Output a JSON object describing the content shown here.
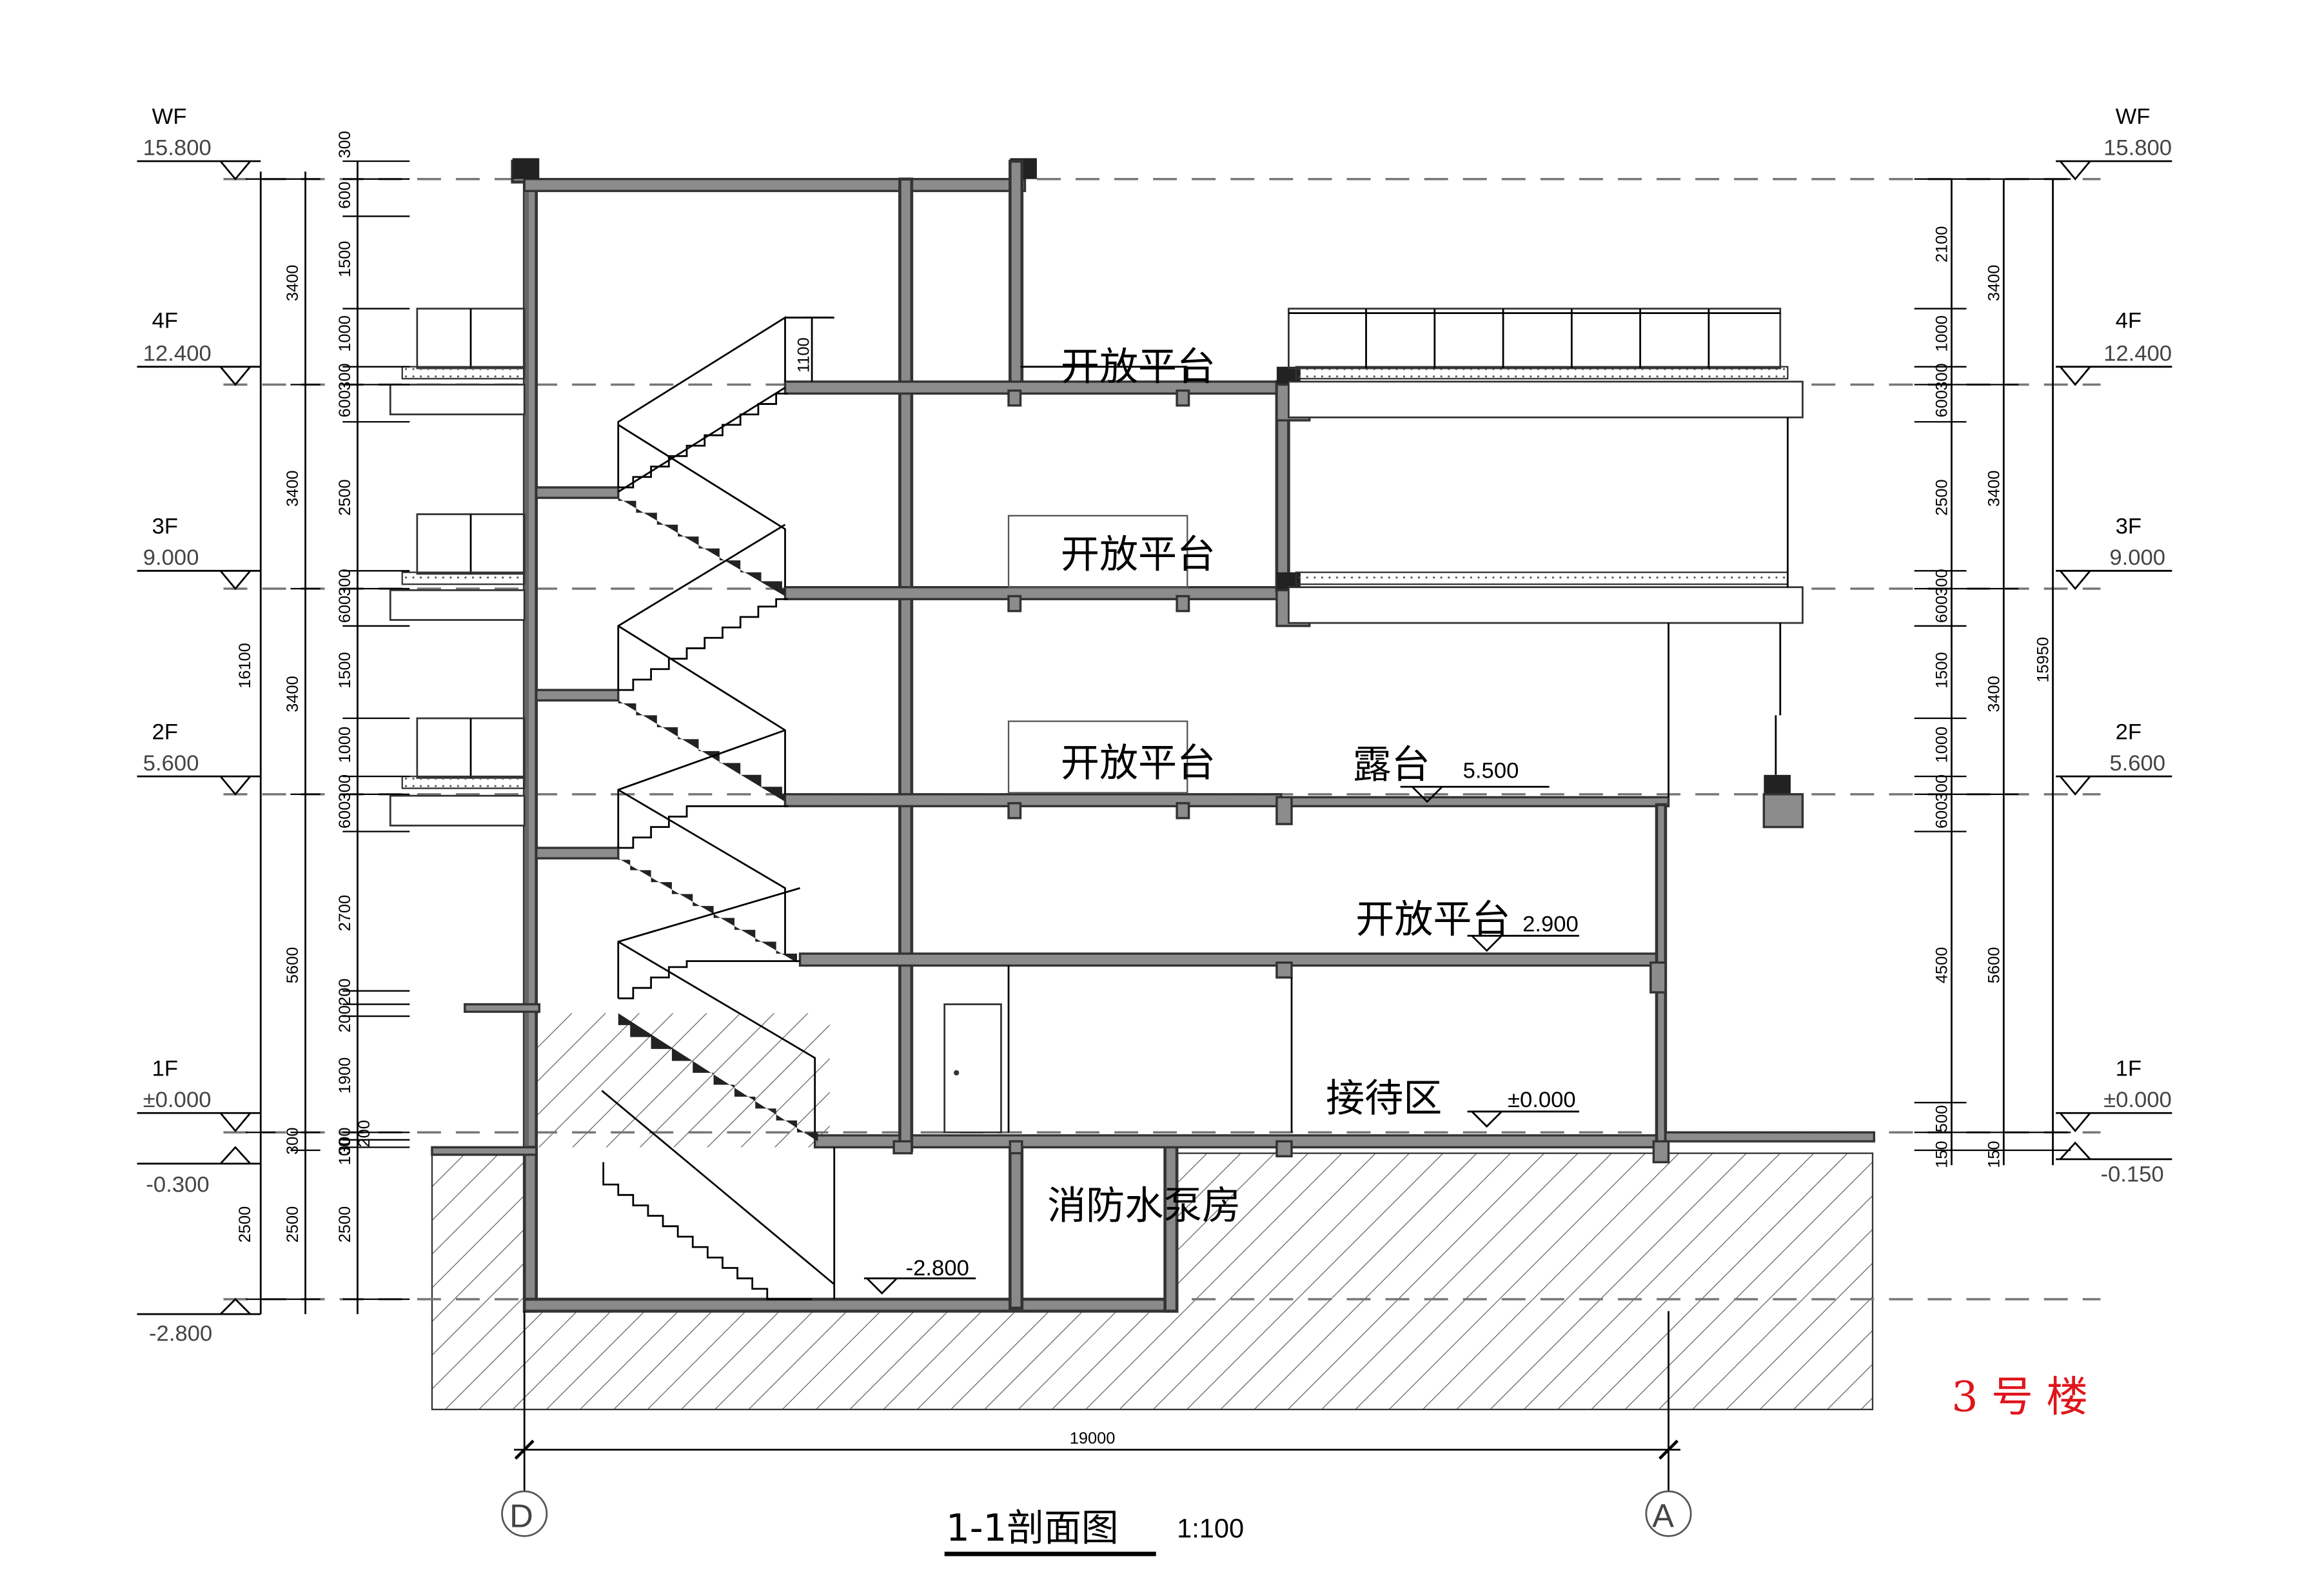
{
  "drawing": {
    "title": "1-1剖面图",
    "scale": "1:100",
    "building_tag": "3 号 楼"
  },
  "levels_left": [
    {
      "name": "WF",
      "elev": "15.800"
    },
    {
      "name": "4F",
      "elev": "12.400"
    },
    {
      "name": "3F",
      "elev": "9.000"
    },
    {
      "name": "2F",
      "elev": "5.600"
    },
    {
      "name": "1F",
      "elev": "±0.000"
    },
    {
      "name": "",
      "elev": "-0.300"
    },
    {
      "name": "",
      "elev": "-2.800"
    }
  ],
  "levels_right": [
    {
      "name": "WF",
      "elev": "15.800"
    },
    {
      "name": "4F",
      "elev": "12.400"
    },
    {
      "name": "3F",
      "elev": "9.000"
    },
    {
      "name": "2F",
      "elev": "5.600"
    },
    {
      "name": "1F",
      "elev": "±0.000"
    },
    {
      "name": "",
      "elev": "-0.150"
    }
  ],
  "dims_left": {
    "total": "16100",
    "col2": [
      "3400",
      "3400",
      "3400",
      "5600",
      "300",
      "2500"
    ],
    "col3": [
      "300",
      "600",
      "1500",
      "1000",
      "300",
      "600",
      "2500",
      "300",
      "600",
      "1500",
      "1000",
      "300",
      "600",
      "2700",
      "200",
      "200",
      "1900",
      "300",
      "100",
      "200",
      "2500"
    ],
    "col1": [
      "2500"
    ]
  },
  "dims_right": {
    "total": "15950",
    "col2": [
      "3400",
      "3400",
      "3400",
      "5600",
      "150"
    ],
    "col1": [
      "2100",
      "1000",
      "300",
      "600",
      "2500",
      "300",
      "600",
      "1500",
      "1000",
      "300",
      "600",
      "4500",
      "500",
      "150"
    ]
  },
  "stair_dim": "1100",
  "rooms": {
    "open_platform": "开放平台",
    "terrace": "露台",
    "reception": "接待区",
    "pump_room": "消防水泵房"
  },
  "spot_levels": {
    "terrace": "5.500",
    "platform": "2.900",
    "ground": "±0.000",
    "basement": "-2.800"
  },
  "axes": {
    "left": "D",
    "right": "A",
    "span": "19000"
  }
}
